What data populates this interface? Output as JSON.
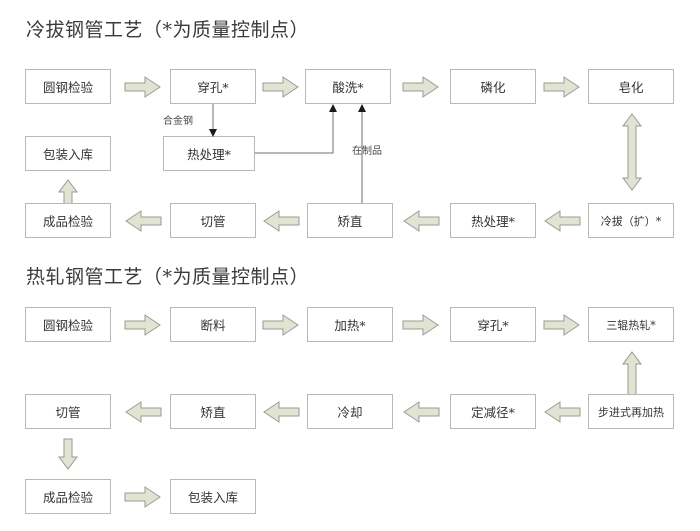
{
  "document": {
    "kind": "process-flowchart",
    "background_color": "#ffffff",
    "box_border_color": "#b9b9ae",
    "arrow_fill_color": "#e2e3d2",
    "arrow_border_color": "#9b9b92",
    "connector_line_color": "#6f6f6f",
    "title_color": "#3a3a3a"
  },
  "sections": [
    {
      "id": "cold-drawn",
      "title": "冷拔钢管工艺（*为质量控制点）",
      "nodes": [
        {
          "id": "cd-n1",
          "label": "圆钢检验"
        },
        {
          "id": "cd-n2",
          "label": "穿孔*"
        },
        {
          "id": "cd-n3",
          "label": "酸洗*"
        },
        {
          "id": "cd-n4",
          "label": "磷化"
        },
        {
          "id": "cd-n5",
          "label": "皂化"
        },
        {
          "id": "cd-n6",
          "label": "包装入库"
        },
        {
          "id": "cd-n7",
          "label": "热处理*"
        },
        {
          "id": "cd-n8",
          "label": "成品检验"
        },
        {
          "id": "cd-n9",
          "label": "切管"
        },
        {
          "id": "cd-n10",
          "label": "矫直"
        },
        {
          "id": "cd-n11",
          "label": "热处理*"
        },
        {
          "id": "cd-n12",
          "label": "冷拔（扩）*"
        }
      ],
      "edge_labels": [
        {
          "id": "cd-lbl-alloy",
          "text": "合金钢"
        },
        {
          "id": "cd-lbl-wip",
          "text": "在制品"
        }
      ]
    },
    {
      "id": "hot-rolled",
      "title": "热轧钢管工艺（*为质量控制点）",
      "nodes": [
        {
          "id": "hr-n1",
          "label": "圆钢检验"
        },
        {
          "id": "hr-n2",
          "label": "断料"
        },
        {
          "id": "hr-n3",
          "label": "加热*"
        },
        {
          "id": "hr-n4",
          "label": "穿孔*"
        },
        {
          "id": "hr-n5",
          "label": "三辊热轧*"
        },
        {
          "id": "hr-n6",
          "label": "切管"
        },
        {
          "id": "hr-n7",
          "label": "矫直"
        },
        {
          "id": "hr-n8",
          "label": "冷却"
        },
        {
          "id": "hr-n9",
          "label": "定减径*"
        },
        {
          "id": "hr-n10",
          "label": "步进式再加热"
        },
        {
          "id": "hr-n11",
          "label": "成品检验"
        },
        {
          "id": "hr-n12",
          "label": "包装入库"
        }
      ],
      "edge_labels": []
    }
  ]
}
